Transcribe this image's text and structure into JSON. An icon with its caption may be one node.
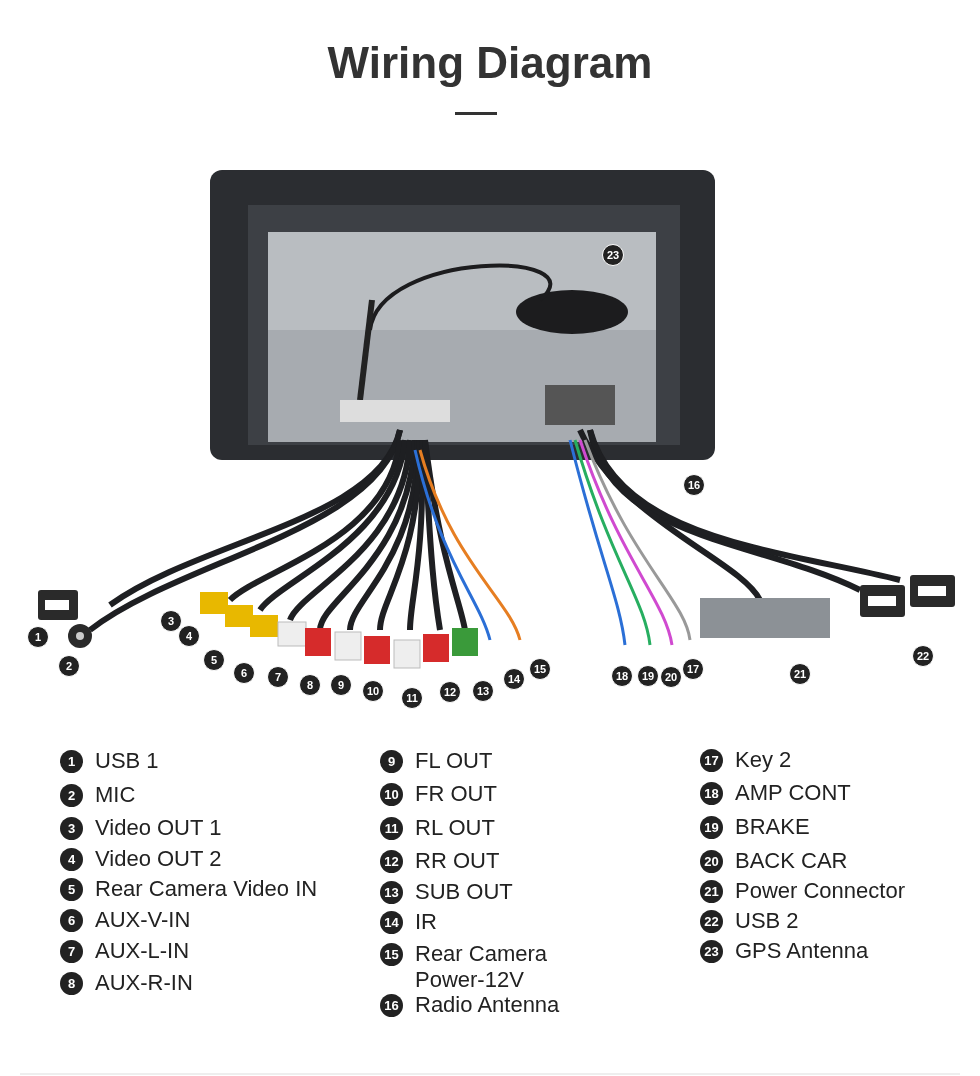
{
  "diagram": {
    "title": "Wiring Diagram",
    "labels": [
      "23",
      "16",
      "3",
      "1",
      "4",
      "2",
      "5",
      "22",
      "6",
      "7",
      "8",
      "9",
      "10",
      "11",
      "12",
      "13",
      "14",
      "15",
      "18",
      "19",
      "20",
      "17",
      "21",
      "1",
      "USB 1",
      "2",
      "MIC",
      "3",
      "Video OUT 1",
      "4",
      "Video OUT 2",
      "5",
      "Rear Camera Video IN",
      "6",
      "AUX-V-IN",
      "7",
      "AUX-L-IN",
      "8",
      "AUX-R-IN",
      "9",
      "FL OUT",
      "10",
      "FR OUT",
      "11",
      "RL OUT",
      "12",
      "RR OUT",
      "13",
      "SUB OUT",
      "14",
      "IR",
      "15",
      "Rear Camera Power-12V",
      "16",
      "Radio Antenna",
      "17",
      "Key 2",
      "18",
      "AMP CONT",
      "19",
      "BRAKE",
      "20",
      "BACK CAR",
      "21",
      "Power Connector",
      "22",
      "USB 2",
      "23",
      "GPS Antenna"
    ]
  }
}
